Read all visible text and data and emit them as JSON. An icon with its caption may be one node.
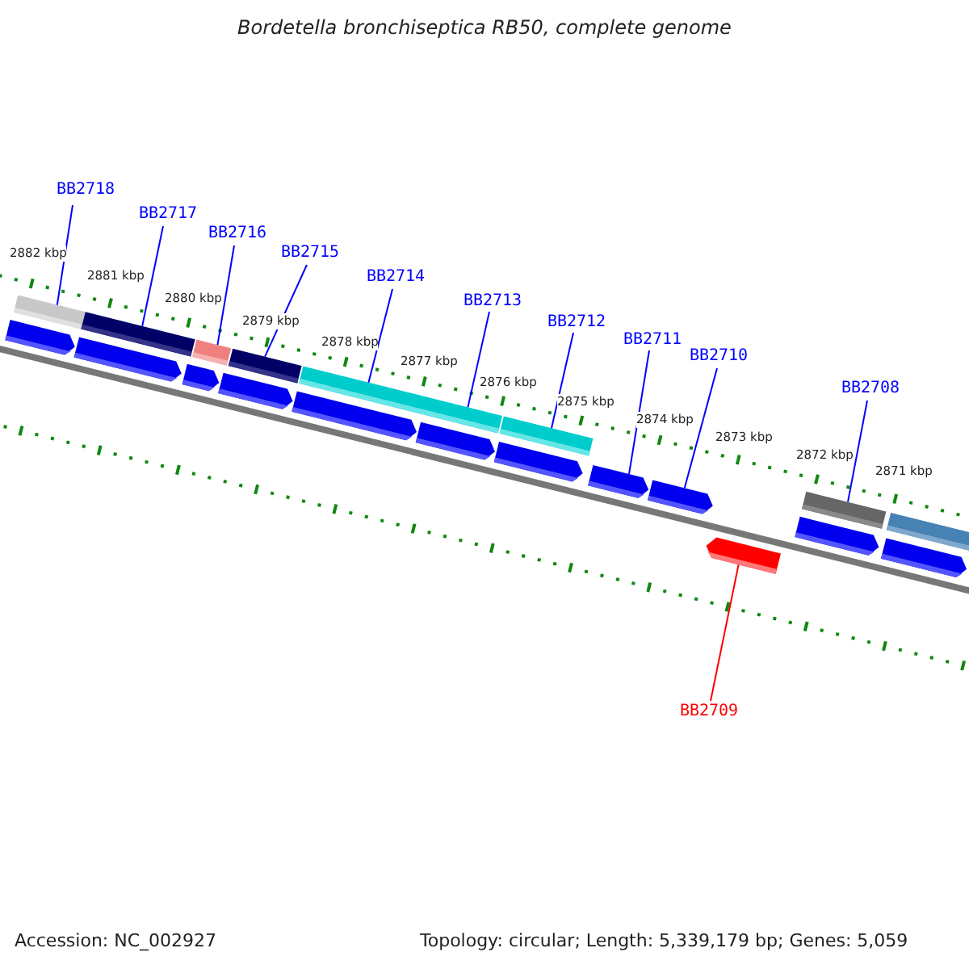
{
  "diagram": {
    "title": "Bordetella bronchiseptica RB50, complete genome",
    "nodes": [
      {
        "text": [
          "BB2718"
        ]
      },
      {
        "text": [
          "BB2717"
        ]
      },
      {
        "text": [
          "BB2716"
        ]
      },
      {
        "text": [
          "BB2715"
        ]
      },
      {
        "text": [
          "BB2714"
        ]
      },
      {
        "text": [
          "BB2713"
        ]
      },
      {
        "text": [
          "BB2712"
        ]
      },
      {
        "text": [
          "BB2711"
        ]
      },
      {
        "text": [
          "BB2710"
        ]
      },
      {
        "text": [
          "BB2708"
        ]
      },
      {
        "text": [
          "BB2709"
        ]
      },
      {
        "text": [],
        "shape": "bar"
      },
      {
        "text": [],
        "shape": "bar"
      },
      {
        "text": [],
        "shape": "bar"
      },
      {
        "text": [],
        "shape": "bar"
      },
      {
        "text": [],
        "shape": "bar"
      },
      {
        "text": [],
        "shape": "bar"
      },
      {
        "text": [],
        "shape": "bar"
      },
      {
        "text": [],
        "shape": "bar"
      },
      {
        "text": [],
        "shape": "pentagon"
      },
      {
        "text": [],
        "shape": "pentagon"
      },
      {
        "text": [],
        "shape": "pentagon"
      },
      {
        "text": [],
        "shape": "pentagon"
      },
      {
        "text": [],
        "shape": "pentagon"
      },
      {
        "text": [],
        "shape": "pentagon"
      },
      {
        "text": [],
        "shape": "pentagon"
      },
      {
        "text": [],
        "shape": "pentagon"
      },
      {
        "text": [],
        "shape": "pentagon"
      },
      {
        "text": [],
        "shape": "pentagon"
      },
      {
        "text": [],
        "shape": "pentagon"
      },
      {
        "text": [],
        "shape": "pentagon"
      }
    ],
    "edges": [
      {
        "from": 0,
        "to": 11,
        "arrow": "none"
      },
      {
        "from": 1,
        "to": 12,
        "arrow": "none"
      },
      {
        "from": 2,
        "to": 13,
        "arrow": "none"
      },
      {
        "from": 3,
        "to": 14,
        "arrow": "none"
      },
      {
        "from": 4,
        "to": 15,
        "arrow": "none"
      },
      {
        "from": 5,
        "to": 15,
        "arrow": "none"
      },
      {
        "from": 6,
        "to": 16,
        "arrow": "none"
      },
      {
        "from": 7,
        "to": 26,
        "arrow": "none"
      },
      {
        "from": 8,
        "to": 27,
        "arrow": "none"
      },
      {
        "from": 9,
        "to": 17,
        "arrow": "none"
      },
      {
        "from": 10,
        "to": 30,
        "arrow": "none",
        "color": "#ff0000"
      }
    ],
    "labels": [
      "2882 kbp",
      "2881 kbp",
      "2880 kbp",
      "2879 kbp",
      "2878 kbp",
      "2877 kbp",
      "2876 kbp",
      "2875 kbp",
      "2874 kbp",
      "2873 kbp",
      "2872 kbp",
      "2871 kbp",
      "Accession: NC_002927",
      "Topology: circular; Length: 5,339,179 bp; Genes: 5,059"
    ]
  }
}
